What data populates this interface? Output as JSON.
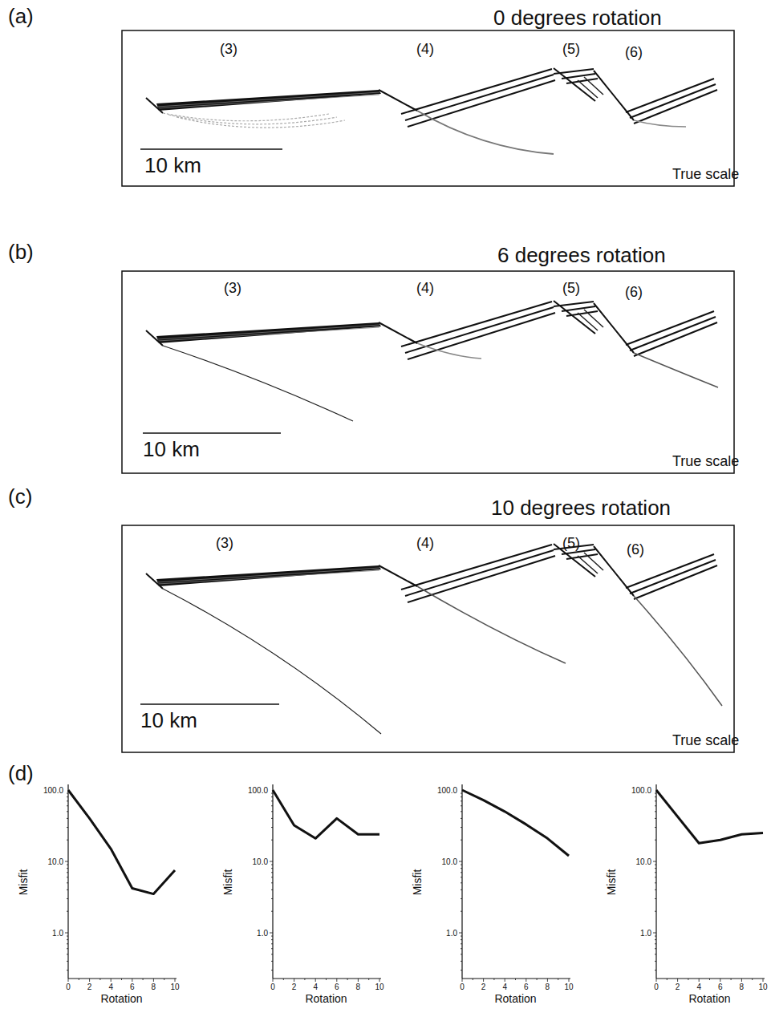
{
  "diagram": {
    "labels": [
      "(a)",
      "0 degrees rotation",
      "(3)",
      "(4)",
      "(5)",
      "(6)",
      "10 km",
      "True scale",
      "(b)",
      "6 degrees rotation",
      "(3)",
      "(4)",
      "(5)",
      "(6)",
      "10 km",
      "True scale",
      "(c)",
      "10 degrees rotation",
      "(3)",
      "(4)",
      "(5)",
      "(6)",
      "10 km",
      "True scale",
      "(d)",
      "100.0",
      "10.0",
      "1.0",
      "Misfit",
      "0",
      "2",
      "4",
      "6",
      "8",
      "10",
      "Rotation",
      "100.0",
      "10.0",
      "1.0",
      "Misfit",
      "0",
      "2",
      "4",
      "6",
      "8",
      "10",
      "Rotation",
      "100.0",
      "10.0",
      "1.0",
      "Misfit",
      "0",
      "2",
      "4",
      "6",
      "8",
      "10",
      "Rotation",
      "100.0",
      "10.0",
      "1.0",
      "Misfit",
      "0",
      "2",
      "4",
      "6",
      "8",
      "10",
      "Rotation"
    ]
  }
}
